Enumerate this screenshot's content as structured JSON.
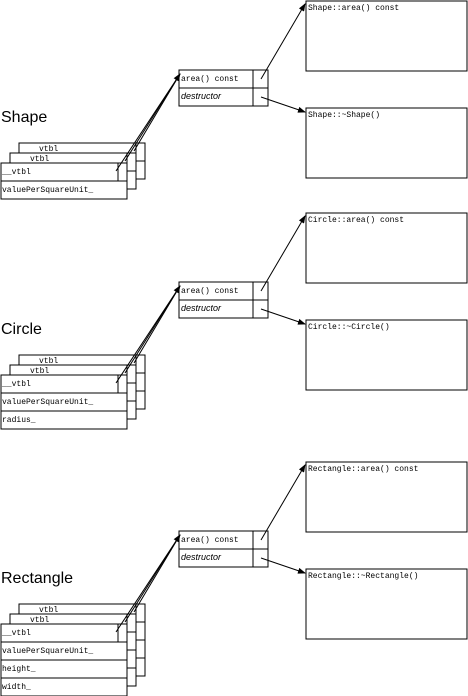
{
  "sections": [
    {
      "title": "Shape",
      "object_fields": [
        "__vtbl",
        "valuePerSquareUnit_"
      ],
      "stack_labels": [
        "vtbl",
        "vtbl"
      ],
      "vtable_entries": [
        {
          "label": "area() const",
          "style": "mono"
        },
        {
          "label": "destructor",
          "style": "italic"
        }
      ],
      "methods": [
        "Shape::area() const",
        "Shape::~Shape()"
      ]
    },
    {
      "title": "Circle",
      "object_fields": [
        "__vtbl",
        "valuePerSquareUnit_",
        "radius_"
      ],
      "stack_labels": [
        "vtbl",
        "vtbl"
      ],
      "vtable_entries": [
        {
          "label": "area() const",
          "style": "mono"
        },
        {
          "label": "destructor",
          "style": "italic"
        }
      ],
      "methods": [
        "Circle::area() const",
        "Circle::~Circle()"
      ]
    },
    {
      "title": "Rectangle",
      "object_fields": [
        "__vtbl",
        "valuePerSquareUnit_",
        "height_",
        "width_"
      ],
      "stack_labels": [
        "vtbl",
        "vtbl"
      ],
      "vtable_entries": [
        {
          "label": "area() const",
          "style": "mono"
        },
        {
          "label": "destructor",
          "style": "italic"
        }
      ],
      "methods": [
        "Rectangle::area() const",
        "Rectangle::~Rectangle()"
      ]
    }
  ]
}
